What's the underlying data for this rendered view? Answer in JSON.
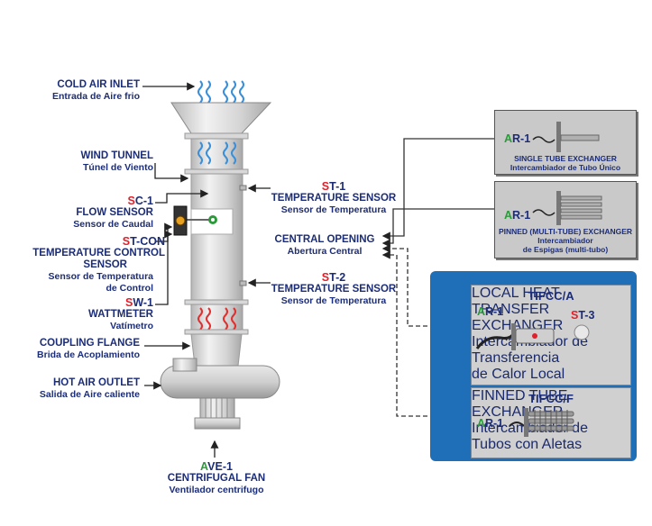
{
  "left_labels": {
    "cold_air_inlet": {
      "title": "COLD AIR INLET",
      "subtitle": "Entrada de Aire frio"
    },
    "wind_tunnel": {
      "title": "WIND TUNNEL",
      "subtitle": "Túnel de Viento"
    },
    "flow_sensor": {
      "code_prefix": "S",
      "code_rest": "C-1",
      "title": "FLOW SENSOR",
      "subtitle": "Sensor de Caudal"
    },
    "temp_control": {
      "code_prefix": "S",
      "code_rest": "T-CON",
      "title1": "TEMPERATURE CONTROL",
      "title2": "SENSOR",
      "subtitle1": "Sensor de Temperatura",
      "subtitle2": "de Control"
    },
    "wattmeter": {
      "code_prefix": "S",
      "code_rest": "W-1",
      "title": "WATTMETER",
      "subtitle": "Vatímetro"
    },
    "coupling_flange": {
      "title": "COUPLING FLANGE",
      "subtitle": "Brida de Acoplamiento"
    },
    "hot_air_outlet": {
      "title": "HOT AIR OUTLET",
      "subtitle": "Salida de Aire caliente"
    }
  },
  "bottom_label": {
    "code_prefix": "A",
    "code_rest": "VE-1",
    "title": "CENTRIFUGAL FAN",
    "subtitle": "Ventilador centrifugo"
  },
  "middle_labels": {
    "st1": {
      "code_prefix": "S",
      "code_rest": "T-1",
      "title": "TEMPERATURE SENSOR",
      "subtitle": "Sensor de Temperatura"
    },
    "central_opening": {
      "title": "CENTRAL OPENING",
      "subtitle": "Abertura Central"
    },
    "st2": {
      "code_prefix": "S",
      "code_rest": "T-2",
      "title": "TEMPERATURE SENSOR",
      "subtitle": "Sensor de Temperatura"
    }
  },
  "exchangers": {
    "single": {
      "code_prefix": "A",
      "code_rest": "R-1",
      "title": "SINGLE TUBE EXCHANGER",
      "subtitle": "Intercambiador de Tubo Único"
    },
    "pinned": {
      "code_prefix": "A",
      "code_rest": "R-1",
      "title": "PINNED (MULTI-TUBE) EXCHANGER",
      "subtitle1": "Intercambiador",
      "subtitle2": "de Espigas (multi-tubo)"
    }
  },
  "panel": {
    "tifcc_a": {
      "header": "TIFCC/A",
      "code_prefix": "A",
      "code_rest": "R-1",
      "st_prefix": "S",
      "st_rest": "T-3",
      "title": "LOCAL HEAT TRANSFER EXCHANGER",
      "subtitle1": "Intercambiador de Transferencia",
      "subtitle2": "de Calor Local"
    },
    "tifcc_f": {
      "header": "TIFCC/F",
      "code_prefix": "A",
      "code_rest": "R-1",
      "title": "FINNED TUBE EXCHANGER",
      "subtitle": "Intercambiador de Tubos con Aletas"
    }
  },
  "colors": {
    "navy": "#1c2d78",
    "red": "#e0202a",
    "green": "#2c9a3a",
    "panel_blue": "#1e6fb8",
    "cold_wave": "#3a8fd8",
    "hot_wave": "#e03030"
  }
}
